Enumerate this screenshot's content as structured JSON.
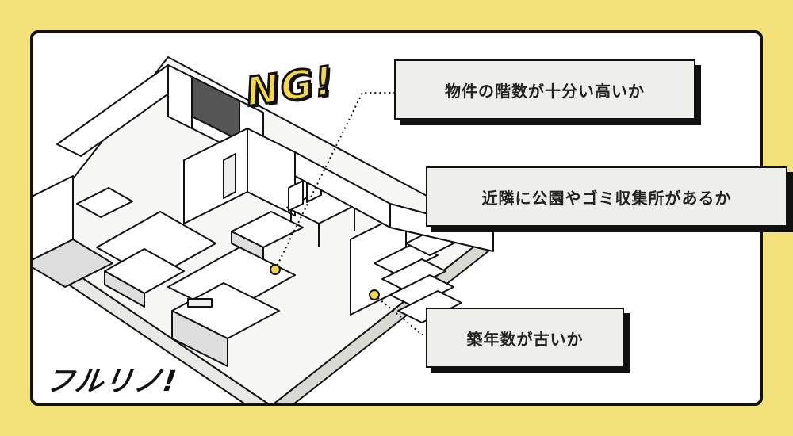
{
  "annotation": {
    "exclamation": "NG!"
  },
  "labels": [
    {
      "text": "物件の階数が十分い高いか"
    },
    {
      "text": "近隣に公園やゴミ収集所があるか"
    },
    {
      "text": "築年数が古いか"
    }
  ],
  "logo": {
    "text": "フルリノ!"
  },
  "colors": {
    "frame": "#f3e27a",
    "panel": "#ffffff",
    "outline": "#111111",
    "accent": "#f5d84a",
    "label_fill": "#eeeeea"
  }
}
